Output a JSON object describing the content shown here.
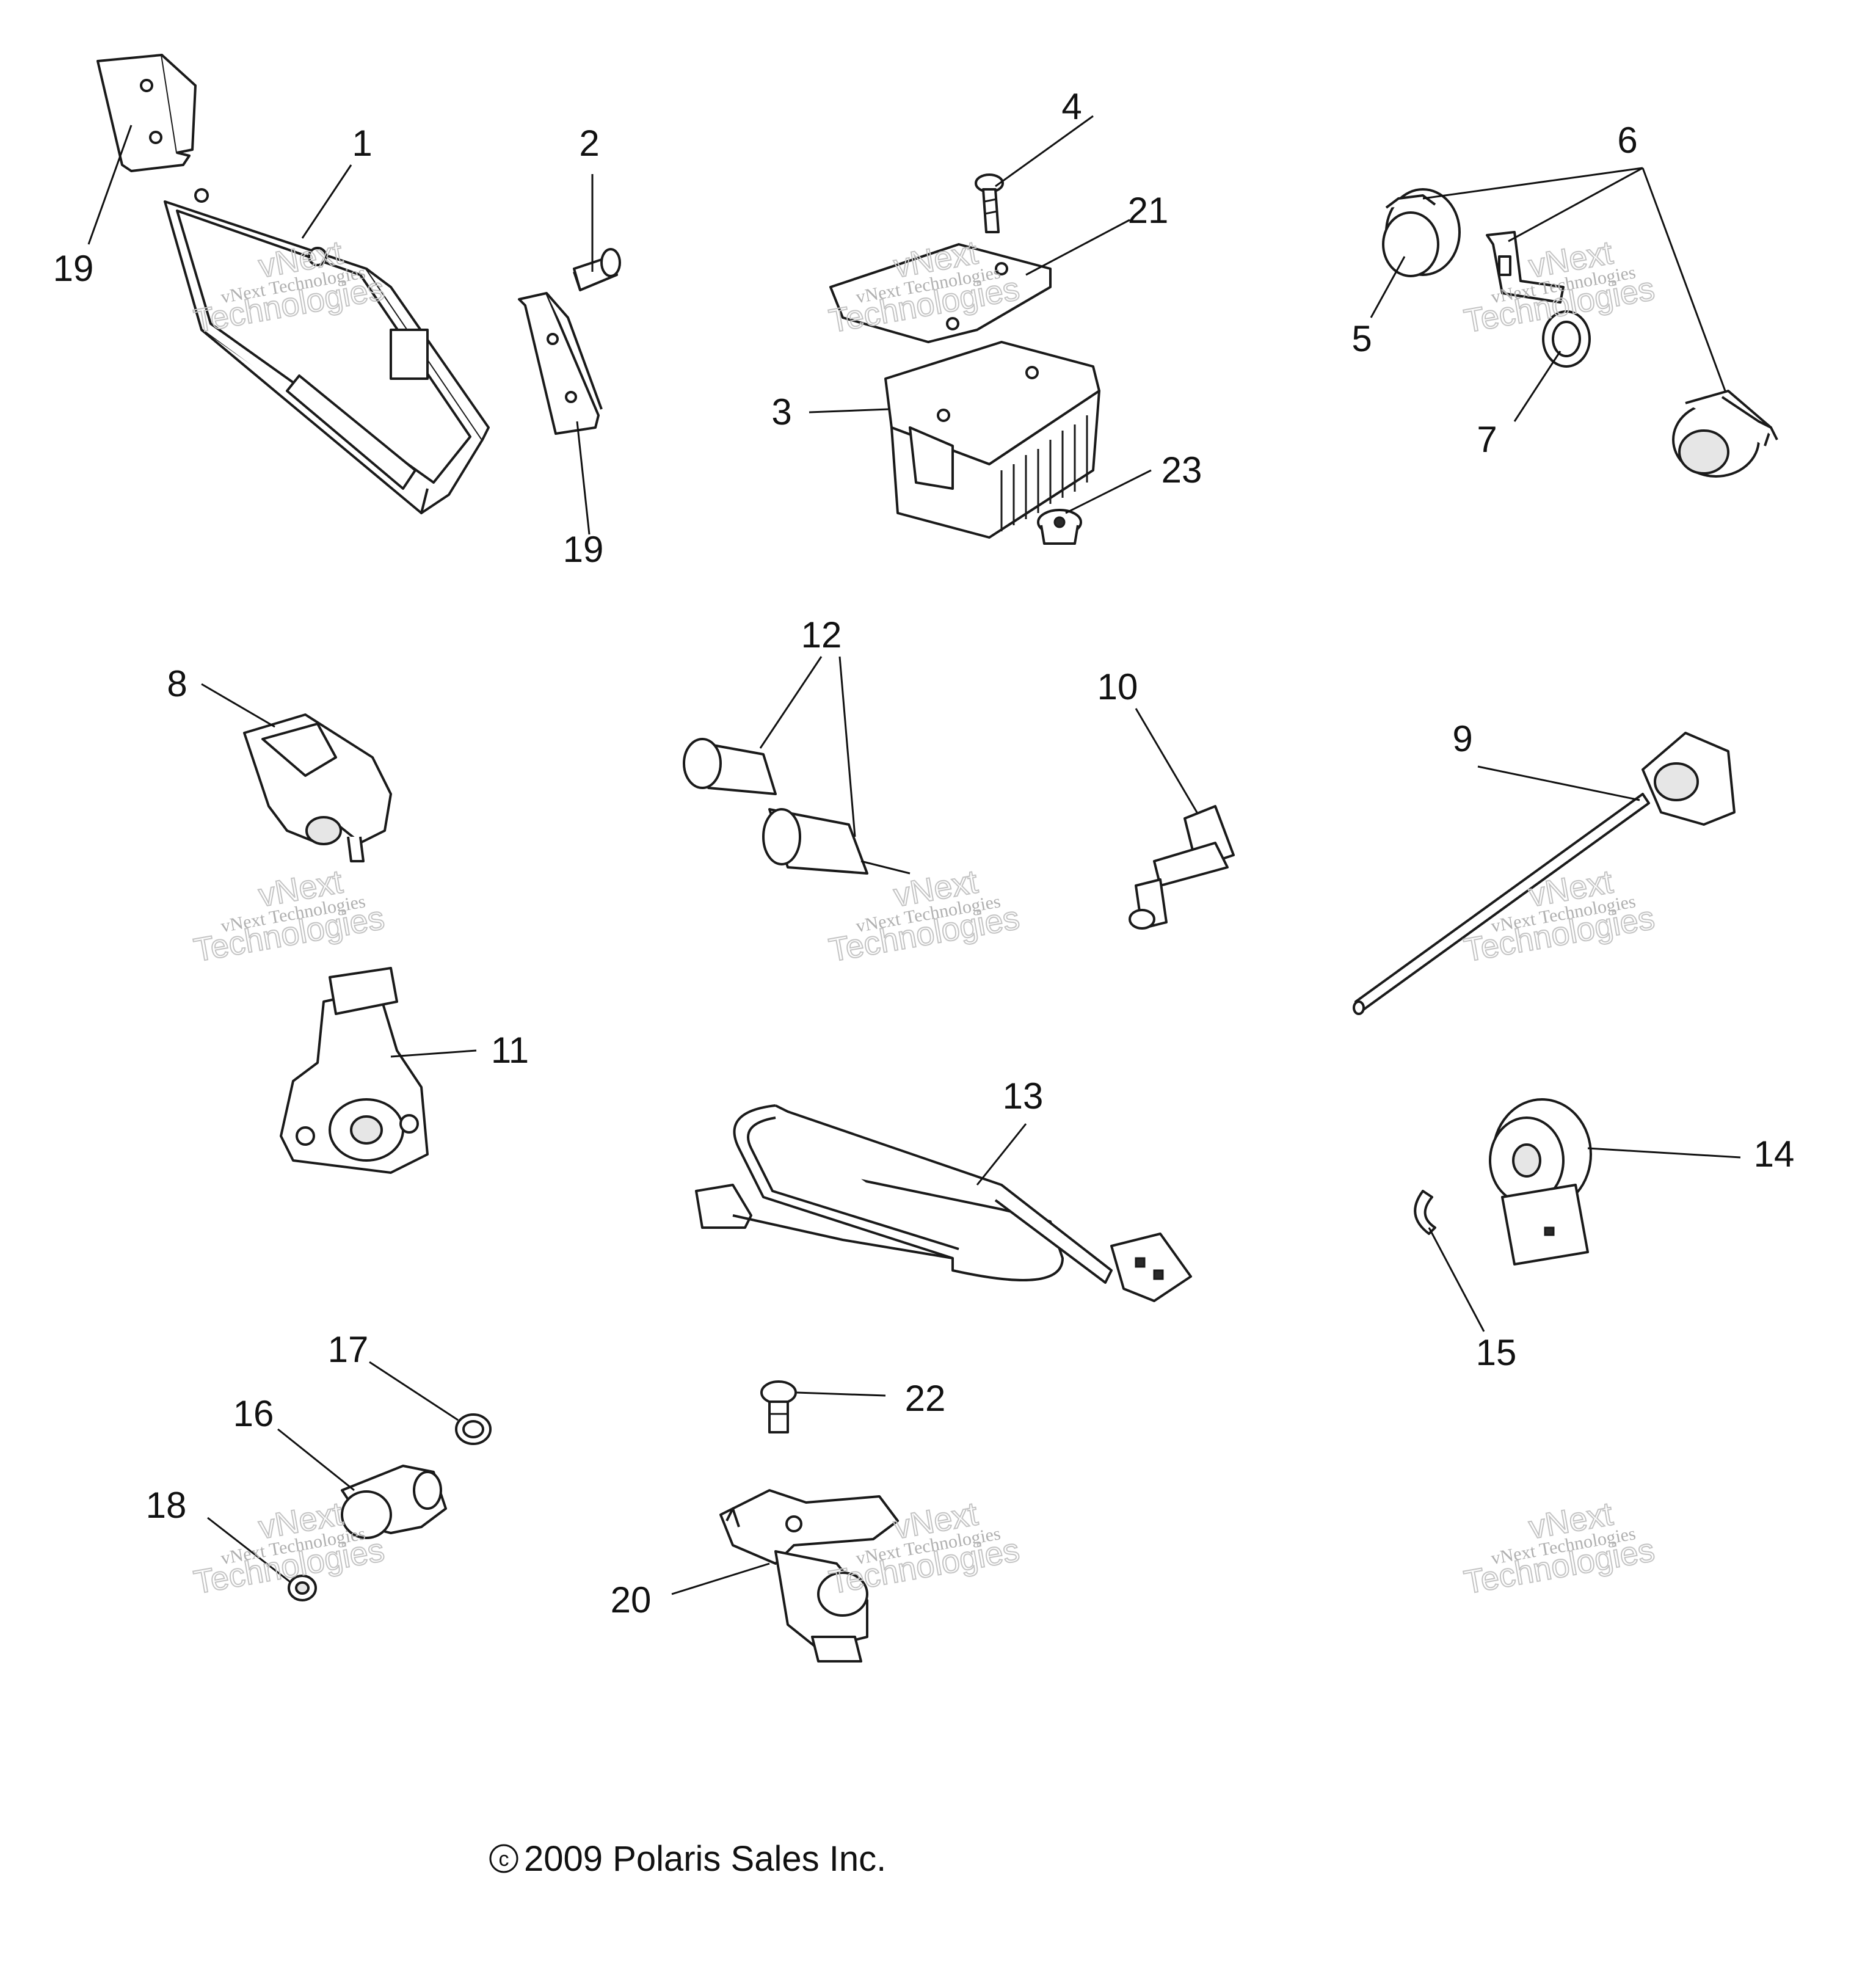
{
  "callouts": {
    "c1": "1",
    "c2": "2",
    "c3": "3",
    "c4": "4",
    "c5": "5",
    "c6": "6",
    "c7": "7",
    "c8": "8",
    "c9": "9",
    "c10": "10",
    "c11": "11",
    "c12": "12",
    "c13": "13",
    "c14": "14",
    "c15": "15",
    "c16": "16",
    "c17": "17",
    "c18": "18",
    "c19a": "19",
    "c19b": "19",
    "c20": "20",
    "c21": "21",
    "c22": "22",
    "c23": "23"
  },
  "watermark": {
    "company_name": "vNext Technologies",
    "brand_line1": "vNext",
    "brand_line2": "Technologies"
  },
  "copyright": {
    "symbol": "c",
    "text": "2009 Polaris Sales Inc."
  }
}
